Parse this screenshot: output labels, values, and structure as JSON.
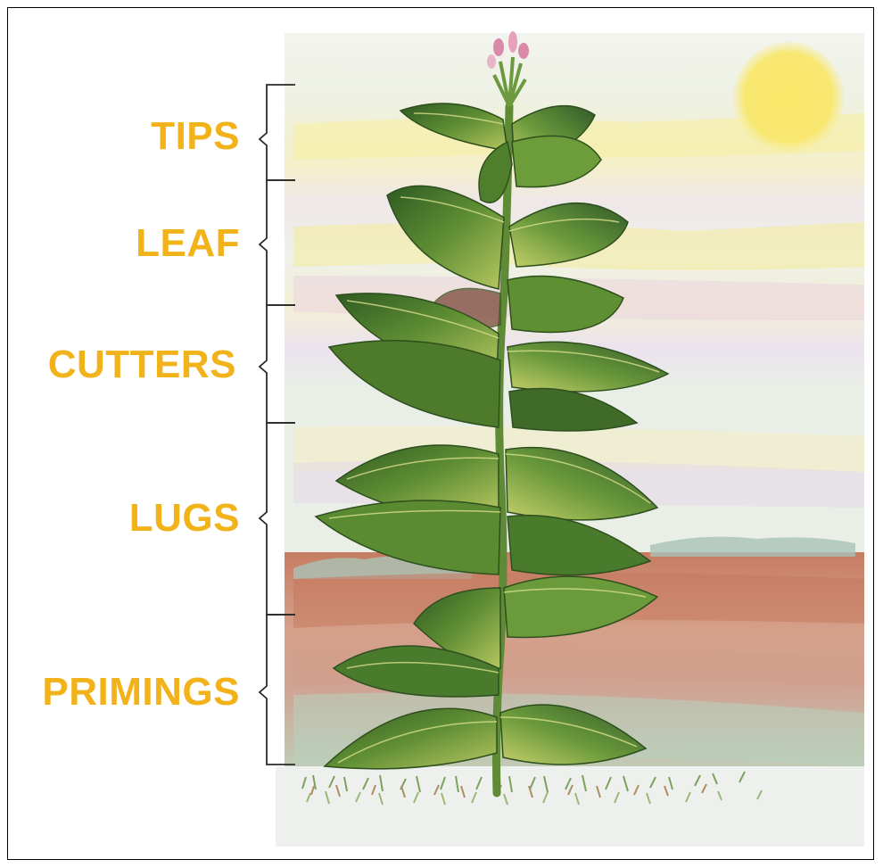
{
  "sections": [
    {
      "id": "tips",
      "label": "TIPS"
    },
    {
      "id": "leaf",
      "label": "LEAF"
    },
    {
      "id": "cutters",
      "label": "CUTTERS"
    },
    {
      "id": "lugs",
      "label": "LUGS"
    },
    {
      "id": "primings",
      "label": "PRIMINGS"
    }
  ],
  "colors": {
    "label": "#f2b21a",
    "bracket": "#2a2a2a",
    "sky_yellow": "#f6ea7a",
    "sky_pink": "#e7cfe0",
    "soil": "#c98a6e",
    "grass": "#8fae6a",
    "leaf_dark": "#3f6b2a",
    "leaf_mid": "#6e9a3a",
    "leaf_light": "#b8c960",
    "sun": "#f7e96a",
    "flower": "#d98aa8"
  }
}
